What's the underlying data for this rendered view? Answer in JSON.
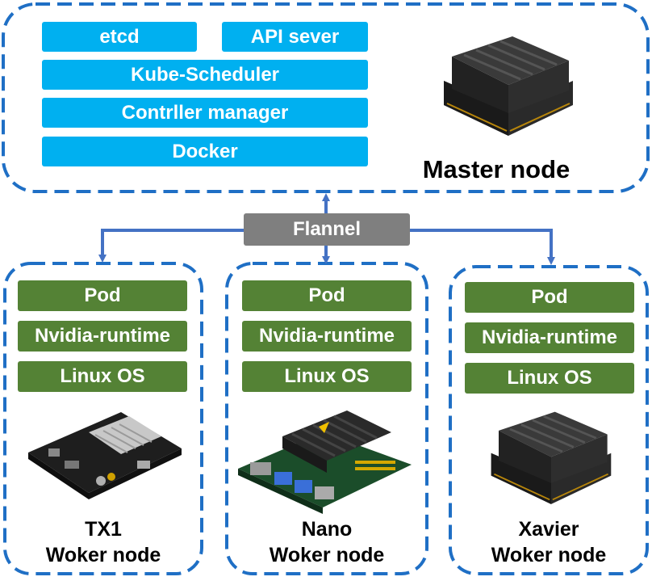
{
  "colors": {
    "dash": "#1f6fc5",
    "arrow": "#4472c4",
    "master_block": "#00b0f0",
    "worker_block": "#548235",
    "flannel": "#7f7f7f"
  },
  "master": {
    "components": {
      "etcd": "etcd",
      "api_server": "API sever",
      "scheduler": "Kube-Scheduler",
      "controller": "Contrller manager",
      "docker": "Docker"
    },
    "device_icon": "nvidia-xavier-module-icon",
    "label": "Master node"
  },
  "network": {
    "label": "Flannel"
  },
  "workers": [
    {
      "pod": "Pod",
      "runtime": "Nvidia-runtime",
      "os": "Linux OS",
      "device_icon": "jetson-tx1-board-icon",
      "name": "TX1",
      "role": "Woker node"
    },
    {
      "pod": "Pod",
      "runtime": "Nvidia-runtime",
      "os": "Linux OS",
      "device_icon": "jetson-nano-board-icon",
      "name": "Nano",
      "role": "Woker node"
    },
    {
      "pod": "Pod",
      "runtime": "Nvidia-runtime",
      "os": "Linux OS",
      "device_icon": "nvidia-xavier-module-icon",
      "name": "Xavier",
      "role": "Woker node"
    }
  ]
}
